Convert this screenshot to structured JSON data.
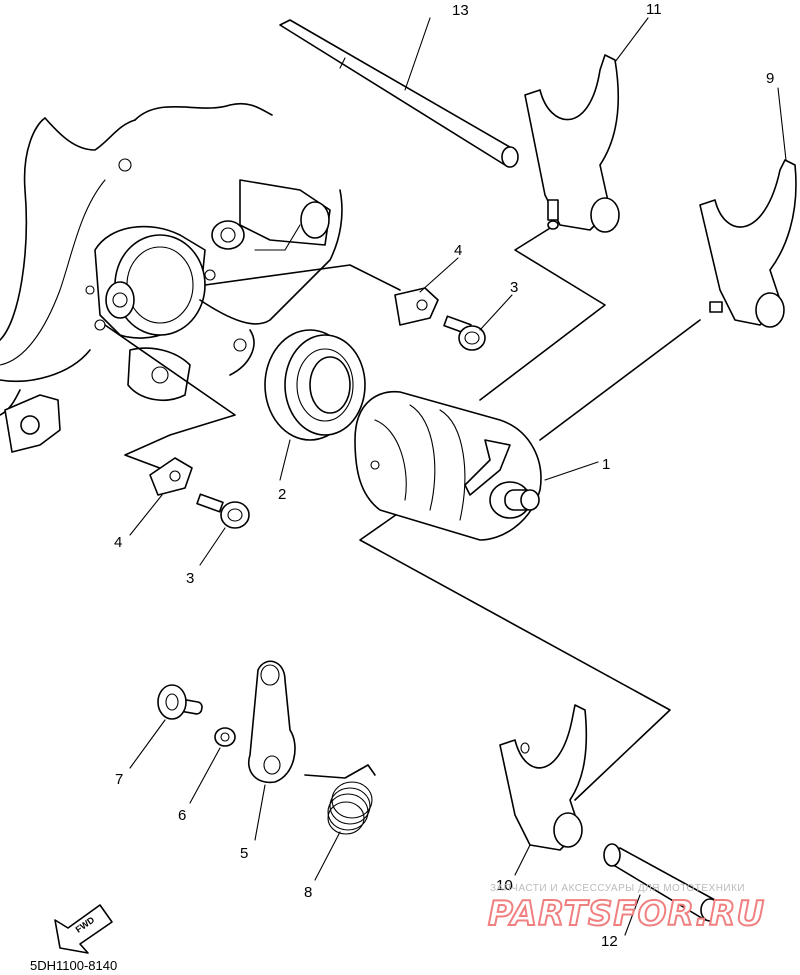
{
  "diagram": {
    "callouts": [
      {
        "id": "1",
        "label": "1"
      },
      {
        "id": "2",
        "label": "2"
      },
      {
        "id": "3a",
        "label": "3"
      },
      {
        "id": "3b",
        "label": "3"
      },
      {
        "id": "4a",
        "label": "4"
      },
      {
        "id": "4b",
        "label": "4"
      },
      {
        "id": "5",
        "label": "5"
      },
      {
        "id": "6",
        "label": "6"
      },
      {
        "id": "7",
        "label": "7"
      },
      {
        "id": "8",
        "label": "8"
      },
      {
        "id": "9",
        "label": "9"
      },
      {
        "id": "10",
        "label": "10"
      },
      {
        "id": "11",
        "label": "11"
      },
      {
        "id": "12",
        "label": "12"
      },
      {
        "id": "13",
        "label": "13"
      }
    ],
    "fwd_label": "FWD",
    "drawing_code": "5DH1100-8140",
    "watermark": {
      "tagline": "ЗАПЧАСТИ И АКСЕССУАРЫ ДЛЯ МОТОТЕХНИКИ",
      "brand": "PARTSFOR.RU",
      "brand_color": "#f08080"
    }
  }
}
